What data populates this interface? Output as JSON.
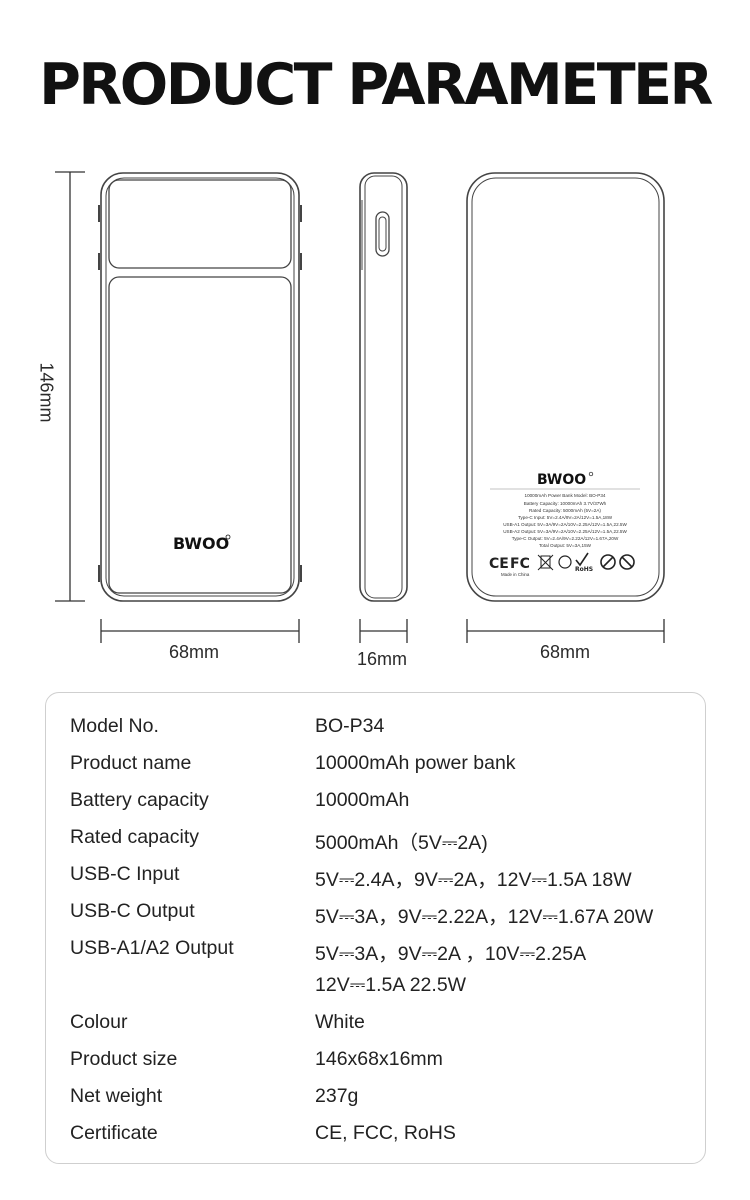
{
  "title": "PRODUCT PARAMETER",
  "dimensions": {
    "height": "146mm",
    "width_front": "68mm",
    "thickness": "16mm",
    "width_back": "68mm"
  },
  "brand": "BWOO",
  "label_lines": [
    "10000mAh Power Bank   Model: BO-P34",
    "Battery Capacity: 10000mAh 3.7V/37Wh",
    "Rated Capacity: 5000mAh (5V=2A)",
    "Type-C Input: 5V=2.4A/9V=2A/12V=1.5A,18W",
    "USB-A1 Output: 5V=3A/9V=2A/10V=2.25A/12V=1.5A,22.5W",
    "USB-A2 Output: 5V=3A/9V=2A/10V=2.25A/12V=1.5A,22.5W",
    "Type-C Output: 5V=2.4A/9V=2.22A/12V=1.67A,20W",
    "Total Output: 5V=3A,15W"
  ],
  "cert_marks": [
    "CE",
    "FC",
    "RoHS"
  ],
  "made_in": "Made in China",
  "specs": [
    {
      "label": "Model No.",
      "value": "BO-P34"
    },
    {
      "label": "Product name",
      "value": "10000mAh power bank"
    },
    {
      "label": "Battery capacity",
      "value": "10000mAh"
    },
    {
      "label": "Rated capacity",
      "value": "5000mAh（5V⎓2A)"
    },
    {
      "label": "USB-C Input",
      "value": "5V⎓2.4A，9V⎓2A，12V⎓1.5A  18W"
    },
    {
      "label": "USB-C Output",
      "value": "5V⎓3A，9V⎓2.22A，12V⎓1.67A   20W"
    },
    {
      "label": "USB-A1/A2 Output",
      "value": "5V⎓3A，9V⎓2A ，10V⎓2.25A"
    },
    {
      "label": "",
      "value": "12V⎓1.5A   22.5W"
    },
    {
      "label": "Colour",
      "value": "White"
    },
    {
      "label": "Product size",
      "value": "146x68x16mm"
    },
    {
      "label": "Net weight",
      "value": "237g"
    },
    {
      "label": "Certificate",
      "value": "CE, FCC, RoHS"
    }
  ]
}
